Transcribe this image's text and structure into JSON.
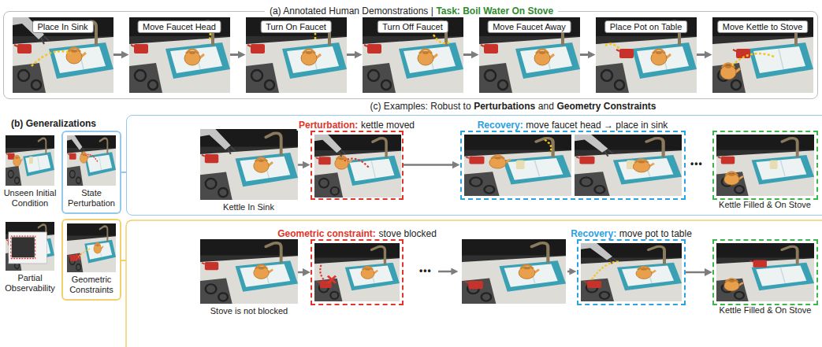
{
  "diagram": {
    "nodes": [
      {
        "text": [
          "(a) Annotated Human Demonstrations |",
          "Task: Boil Water On Stove"
        ]
      },
      {
        "text": [
          "Place In Sink"
        ],
        "in": 0
      },
      {
        "text": [
          "Move Faucet Head"
        ],
        "in": 0
      },
      {
        "text": [
          "Turn On Faucet"
        ],
        "in": 0
      },
      {
        "text": [
          "Turn Off Faucet"
        ],
        "in": 0
      },
      {
        "text": [
          "Move Faucet Away"
        ],
        "in": 0
      },
      {
        "text": [
          "Place Pot on Table"
        ],
        "in": 0
      },
      {
        "text": [
          "Move Kettle to Stove"
        ],
        "in": 0
      },
      {
        "text": [
          "Unseen Initial Condition"
        ]
      },
      {
        "text": [
          "State Perturbation"
        ]
      },
      {
        "text": [
          "Partial Observability"
        ]
      },
      {
        "text": [
          "Geometric Constraints"
        ]
      },
      {
        "text": [
          "(c) Examples: Robust to",
          "Perturbations",
          "and",
          "Geometry Constraints"
        ]
      },
      {
        "text": [
          "Kettle In Sink"
        ],
        "in": 12
      },
      {
        "text": [
          "Perturbation:",
          "kettle moved"
        ],
        "in": 12
      },
      {
        "text": [
          "Recovery:",
          "move faucet head → place in sink"
        ],
        "in": 12
      },
      {
        "text": [
          "Kettle Filled & On Stove"
        ],
        "in": 12
      },
      {
        "text": [
          "Stove is not blocked"
        ]
      },
      {
        "text": [
          "Geometric constraint:",
          "stove blocked"
        ]
      },
      {
        "text": [
          "Recovery:",
          "move pot to table"
        ]
      },
      {
        "text": [
          "Kettle Filled & On Stove"
        ]
      }
    ],
    "edges": [
      {
        "from": 1,
        "to": 2,
        "arrow": "to"
      },
      {
        "from": 2,
        "to": 3,
        "arrow": "to"
      },
      {
        "from": 3,
        "to": 4,
        "arrow": "to"
      },
      {
        "from": 4,
        "to": 5,
        "arrow": "to"
      },
      {
        "from": 5,
        "to": 6,
        "arrow": "to"
      },
      {
        "from": 6,
        "to": 7,
        "arrow": "to"
      },
      {
        "from": 9,
        "to": 12,
        "arrow": "none"
      },
      {
        "from": 13,
        "to": 14,
        "arrow": "to"
      },
      {
        "from": 14,
        "to": 15,
        "arrow": "to"
      },
      {
        "from": 17,
        "to": 18,
        "arrow": "to"
      },
      {
        "from": 19,
        "to": 20,
        "arrow": "to"
      }
    ],
    "labels": [
      "(b) Generalizations",
      "•••",
      "•••"
    ]
  }
}
